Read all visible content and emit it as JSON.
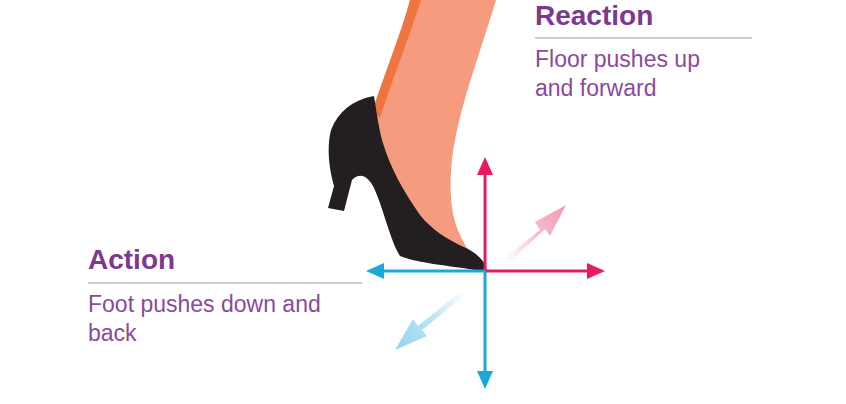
{
  "diagram": {
    "labels": [
      "Reaction",
      "Floor pushes up and forward",
      "Action",
      "Foot pushes down and back"
    ]
  }
}
